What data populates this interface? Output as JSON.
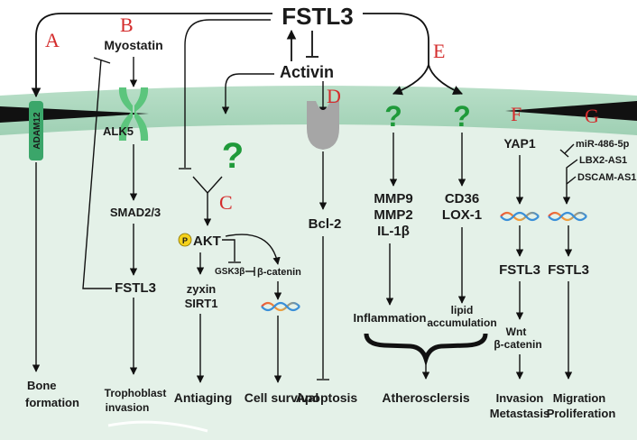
{
  "title": "FSTL3",
  "letters": {
    "a": "A",
    "b": "B",
    "c": "C",
    "d": "D",
    "e": "E",
    "f": "F",
    "g": "G"
  },
  "question_mark": "?",
  "nodes": {
    "myostatin": "Myostatin",
    "activin": "Activin",
    "adam12": "ADAM12",
    "alk5": "ALK5",
    "smad": "SMAD2/3",
    "fstl3_b": "FSTL3",
    "p_badge": "P",
    "akt": "AKT",
    "gsk3b": "GSK3β",
    "beta_catenin": "β-catenin",
    "zyxin": "zyxin",
    "sirt1": "SIRT1",
    "bcl2": "Bcl-2",
    "mmp9": "MMP9",
    "mmp2": "MMP2",
    "il1b": "IL-1β",
    "cd36": "CD36",
    "lox1": "LOX-1",
    "yap1": "YAP1",
    "fstl3_f": "FSTL3",
    "wnt": "Wnt",
    "beta_catenin_f": "β-catenin",
    "mir486": "miR-486-5p",
    "lbx2": "LBX2-AS1",
    "dscam": "DSCAM-AS1",
    "fstl3_g": "FSTL3"
  },
  "outcomes": {
    "bone_1": "Bone",
    "bone_2": "formation",
    "tropho_1": "Trophoblast",
    "tropho_2": "invasion",
    "antiaging": "Antiaging",
    "cell_survival": "Cell survival",
    "apoptosis": "Apoptosis",
    "inflammation": "Inflammation",
    "lipid_1": "lipid",
    "lipid_2": "accumulation",
    "atherosclerosis": "Atherosclersis",
    "invasion": "Invasion",
    "metastasis": "Metastasis",
    "migration": "Migration",
    "proliferation": "Proliferation"
  },
  "colors": {
    "cell": "#e4f1e8",
    "membrane": "#a9d6bd",
    "receptor_green": "#5cc57d",
    "question_green": "#1f9a3a",
    "letter_red": "#d42c2c",
    "receptor_gray": "#a6a6a6",
    "badge_yellow": "#f5d21c"
  }
}
